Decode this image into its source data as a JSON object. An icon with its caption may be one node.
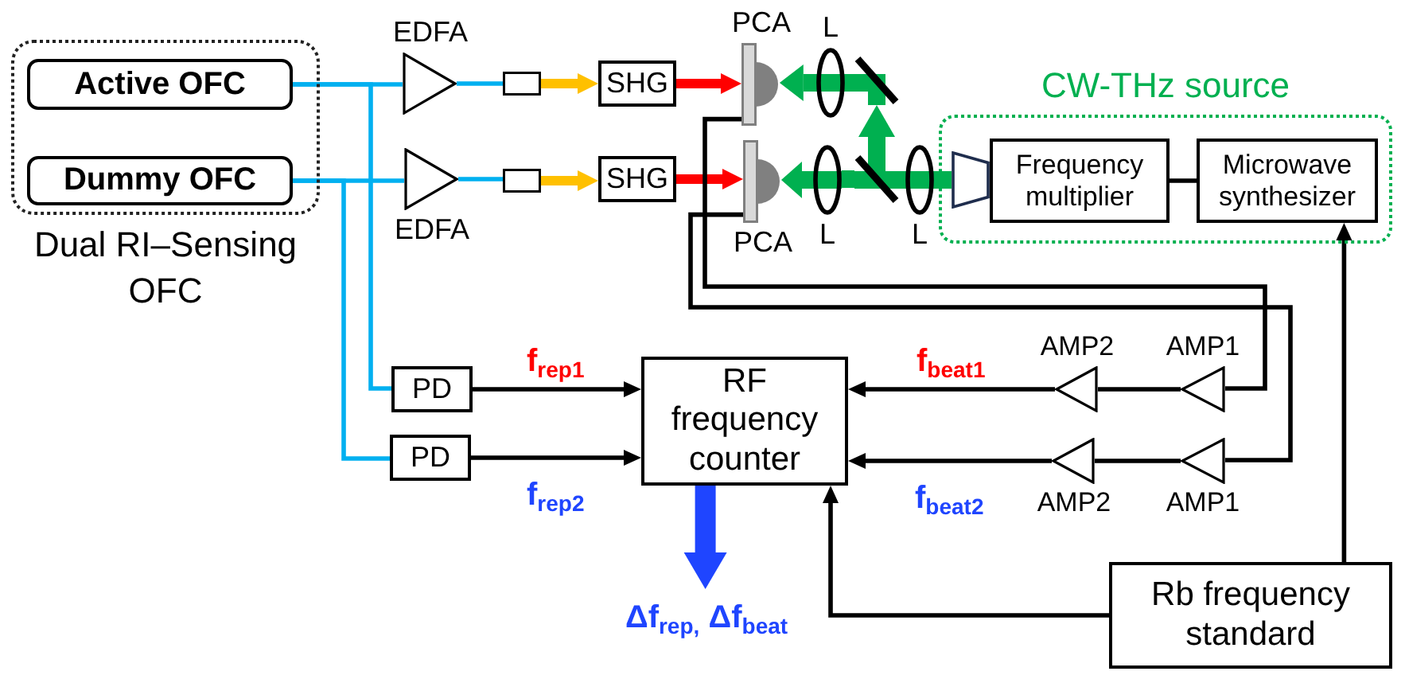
{
  "diagram": {
    "nodes": [
      {
        "text": [
          "Dual RI–Sensing OFC"
        ]
      },
      {
        "text": [
          "Active OFC"
        ],
        "in": 0
      },
      {
        "text": [
          "Dummy OFC"
        ],
        "in": 0
      },
      {
        "text": [
          "EDFA"
        ]
      },
      {
        "text": [
          "EDFA"
        ]
      },
      {
        "text": [],
        "shape": "box"
      },
      {
        "text": [],
        "shape": "box"
      },
      {
        "text": [
          "SHG"
        ]
      },
      {
        "text": [
          "SHG"
        ]
      },
      {
        "text": [
          "PCA"
        ]
      },
      {
        "text": [
          "PCA"
        ]
      },
      {
        "text": [
          "L"
        ]
      },
      {
        "text": [],
        "shape": "bar"
      },
      {
        "text": [
          "L"
        ]
      },
      {
        "text": [],
        "shape": "bar"
      },
      {
        "text": [
          "L"
        ]
      },
      {
        "text": [
          "CW-THz source"
        ]
      },
      {
        "text": [],
        "shape": "trapezoid",
        "in": 16
      },
      {
        "text": [
          "Frequency multiplier"
        ],
        "in": 16
      },
      {
        "text": [
          "Microwave synthesizer"
        ],
        "in": 16
      },
      {
        "text": [
          "PD"
        ]
      },
      {
        "text": [
          "PD"
        ]
      },
      {
        "text": [
          "RF frequency counter"
        ]
      },
      {
        "text": [
          "AMP2"
        ]
      },
      {
        "text": [
          "AMP1"
        ]
      },
      {
        "text": [
          "AMP2"
        ]
      },
      {
        "text": [
          "AMP1"
        ]
      },
      {
        "text": [
          "Rb frequency standard"
        ]
      },
      {
        "text": [
          "Δf$_{rep,}$ Δf$_{beat}$"
        ]
      }
    ],
    "edges": [
      {
        "from": 1,
        "to": 3,
        "arrow": "none",
        "color": "#00b0f0"
      },
      {
        "from": 1,
        "to": 20,
        "arrow": "none",
        "color": "#00b0f0"
      },
      {
        "from": 2,
        "to": 4,
        "arrow": "none",
        "color": "#00b0f0"
      },
      {
        "from": 2,
        "to": 21,
        "arrow": "none",
        "color": "#00b0f0"
      },
      {
        "from": 3,
        "to": 5,
        "arrow": "none",
        "color": "#00b0f0"
      },
      {
        "from": 4,
        "to": 6,
        "arrow": "none",
        "color": "#00b0f0"
      },
      {
        "from": 5,
        "to": 7,
        "arrow": "to",
        "style": "thick",
        "color": "#ffc000"
      },
      {
        "from": 6,
        "to": 8,
        "arrow": "to",
        "style": "thick",
        "color": "#ffc000"
      },
      {
        "from": 7,
        "to": 9,
        "arrow": "to",
        "style": "thick",
        "color": "#ff0000"
      },
      {
        "from": 8,
        "to": 10,
        "arrow": "to",
        "style": "thick",
        "color": "#ff0000"
      },
      {
        "from": 17,
        "to": 15,
        "arrow": "none",
        "style": "thick",
        "color": "#00b050"
      },
      {
        "from": 15,
        "to": 14,
        "arrow": "none",
        "style": "thick",
        "color": "#00b050"
      },
      {
        "from": 14,
        "to": 13,
        "arrow": "none",
        "style": "thick",
        "color": "#00b050"
      },
      {
        "from": 13,
        "to": 10,
        "arrow": "to",
        "style": "thick",
        "color": "#00b050"
      },
      {
        "from": 14,
        "to": 12,
        "arrow": "to",
        "style": "thick",
        "color": "#00b050"
      },
      {
        "from": 12,
        "to": 11,
        "arrow": "none",
        "style": "thick",
        "color": "#00b050"
      },
      {
        "from": 11,
        "to": 9,
        "arrow": "to",
        "style": "thick",
        "color": "#00b050"
      },
      {
        "from": 18,
        "to": 19,
        "arrow": "none"
      },
      {
        "from": 27,
        "to": 19,
        "arrow": "to"
      },
      {
        "from": 27,
        "to": 22,
        "arrow": "to"
      },
      {
        "from": 9,
        "to": 24,
        "arrow": "none"
      },
      {
        "from": 10,
        "to": 26,
        "arrow": "none"
      },
      {
        "from": 24,
        "to": 23,
        "arrow": "none"
      },
      {
        "from": 23,
        "to": 22,
        "arrow": "to",
        "label": "f$_{beat1}$"
      },
      {
        "from": 26,
        "to": 25,
        "arrow": "none"
      },
      {
        "from": 25,
        "to": 22,
        "arrow": "to",
        "label": "f$_{beat2}$"
      },
      {
        "from": 20,
        "to": 22,
        "arrow": "to",
        "label": "f$_{rep1}$"
      },
      {
        "from": 21,
        "to": 22,
        "arrow": "to",
        "label": "f$_{rep2}$"
      },
      {
        "from": 22,
        "to": 28,
        "arrow": "to",
        "style": "thick",
        "color": "#1f45ff"
      }
    ]
  }
}
